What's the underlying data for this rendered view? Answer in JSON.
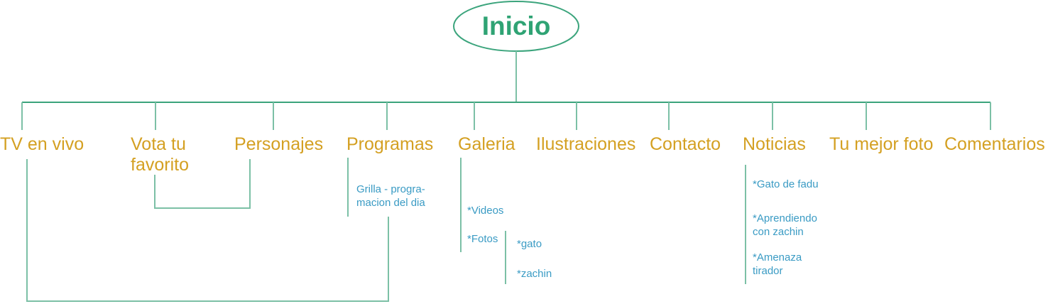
{
  "diagram": {
    "type": "sitemap-tree",
    "title_node": "Inicio",
    "colors": {
      "root_text": "#2fa374",
      "root_outline": "#3ba47c",
      "level1_text": "#d4a022",
      "sub_text": "#3a9bc4",
      "connector": "#7cc0a6",
      "trunk": "#3ba47c",
      "background": "#ffffff"
    }
  },
  "root": {
    "label": "Inicio"
  },
  "level1": [
    {
      "id": "tv-en-vivo",
      "label": "TV en vivo"
    },
    {
      "id": "vota-tu-favorito",
      "label_line1": "Vota tu",
      "label_line2": "favorito"
    },
    {
      "id": "personajes",
      "label": "Personajes"
    },
    {
      "id": "programas",
      "label": "Programas"
    },
    {
      "id": "galeria",
      "label": "Galeria"
    },
    {
      "id": "ilustraciones",
      "label": "Ilustraciones"
    },
    {
      "id": "contacto",
      "label": "Contacto"
    },
    {
      "id": "noticias",
      "label": "Noticias"
    },
    {
      "id": "tu-mejor-foto",
      "label": "Tu mejor foto"
    },
    {
      "id": "comentarios",
      "label": "Comentarios"
    }
  ],
  "sub": {
    "programas": [
      {
        "id": "grilla",
        "line1": "Grilla - progra-",
        "line2": "macion del dia"
      }
    ],
    "galeria": [
      {
        "id": "videos",
        "label": "*Videos"
      },
      {
        "id": "fotos",
        "label": "*Fotos"
      }
    ],
    "fotos": [
      {
        "id": "gato",
        "label": "*gato"
      },
      {
        "id": "zachin",
        "label": "*zachin"
      }
    ],
    "noticias": [
      {
        "id": "gato-de-fadu",
        "line1": "*Gato de fadu",
        "line2": ""
      },
      {
        "id": "aprendiendo",
        "line1": "*Aprendiendo",
        "line2": "con zachin"
      },
      {
        "id": "amenaza",
        "line1": "*Amenaza",
        "line2": "tirador"
      }
    ]
  }
}
